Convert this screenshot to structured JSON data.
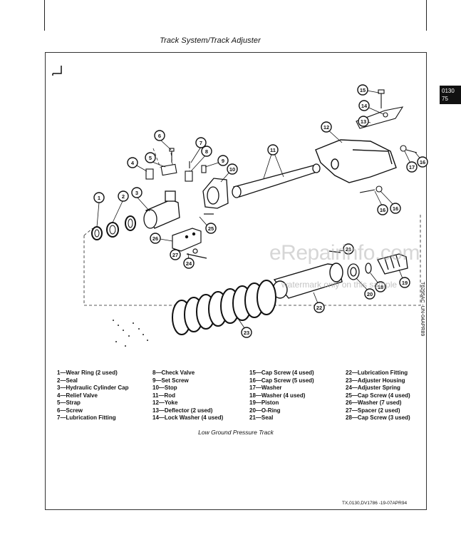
{
  "header": {
    "title": "Track System/Track Adjuster"
  },
  "section_tab": {
    "line1": "0130",
    "line2": "75"
  },
  "side_code": {
    "text": "T6295AC -UN-04APR89"
  },
  "callouts": [
    "1",
    "2",
    "3",
    "4",
    "5",
    "6",
    "7",
    "8",
    "9",
    "10",
    "11",
    "12",
    "13",
    "14",
    "15",
    "16",
    "16",
    "16",
    "17",
    "18",
    "19",
    "20",
    "21",
    "22",
    "23",
    "24",
    "25",
    "26",
    "27"
  ],
  "legend": {
    "columns": [
      [
        "1—Wear Ring (2 used)",
        "2—Seal",
        "3—Hydraulic Cylinder Cap",
        "4—Relief Valve",
        "5—Strap",
        "6—Screw",
        "7—Lubrication Fitting"
      ],
      [
        "8—Check Valve",
        "9—Set Screw",
        "10—Stop",
        "11—Rod",
        "12—Yoke",
        "13—Deflector (2 used)",
        "14—Lock Washer (4 used)"
      ],
      [
        "15—Cap Screw (4 used)",
        "16—Cap Screw (5 used)",
        "17—Washer",
        "18—Washer (4 used)",
        "19—Piston",
        "20—O-Ring",
        "21—Seal"
      ],
      [
        "22—Lubrication Fitting",
        "23—Adjuster Housing",
        "24—Adjuster Spring",
        "25—Cap Screw (4 used)",
        "26—Washer (7 used)",
        "27—Spacer (2 used)",
        "28—Cap Screw (3 used)"
      ]
    ]
  },
  "caption": "Low Ground Pressure Track",
  "footer_code": "TX,0130,DV1786 -19-07APR94",
  "watermark": {
    "main": "eRepairinfo.com",
    "sub": "watermark only on this sample"
  }
}
